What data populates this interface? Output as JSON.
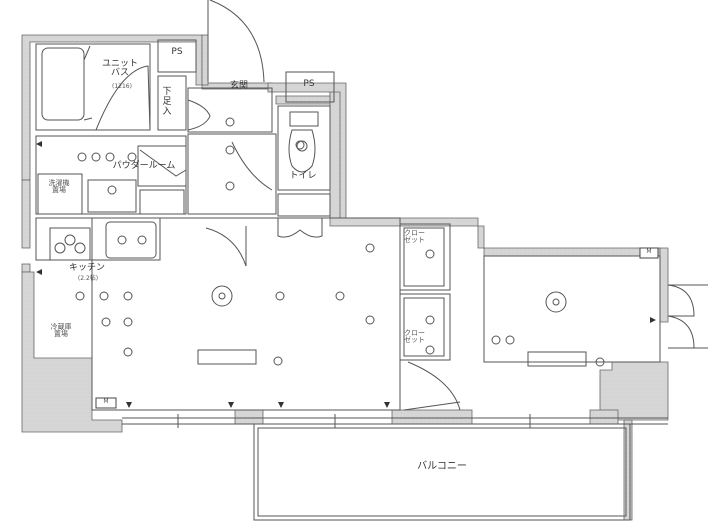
{
  "plan": {
    "type": "apartment floor plan",
    "wall_fill": "#d9d9d9",
    "line_color": "#555555",
    "rooms": [
      {
        "id": "unit_bath",
        "label": "ユニット\nバス",
        "sub": "(1216)"
      },
      {
        "id": "ps1",
        "label": "PS"
      },
      {
        "id": "ps2",
        "label": "PS"
      },
      {
        "id": "shoe_storage",
        "label": "下足入"
      },
      {
        "id": "entrance",
        "label": "玄関"
      },
      {
        "id": "toilet",
        "label": "トイレ"
      },
      {
        "id": "powder_room",
        "label": "パウダールーム"
      },
      {
        "id": "laundry",
        "label": "洗濯機\n置場"
      },
      {
        "id": "kitchen",
        "label": "キッチン",
        "sub": "(2.2帖)"
      },
      {
        "id": "fridge",
        "label": "冷蔵庫\n置場"
      },
      {
        "id": "closet1",
        "label": "クロー\nゼット"
      },
      {
        "id": "closet2",
        "label": "クロー\nゼット"
      },
      {
        "id": "balcony",
        "label": "バルコニー"
      }
    ],
    "symbols": {
      "meter_box": "M",
      "ps": "PS"
    }
  }
}
